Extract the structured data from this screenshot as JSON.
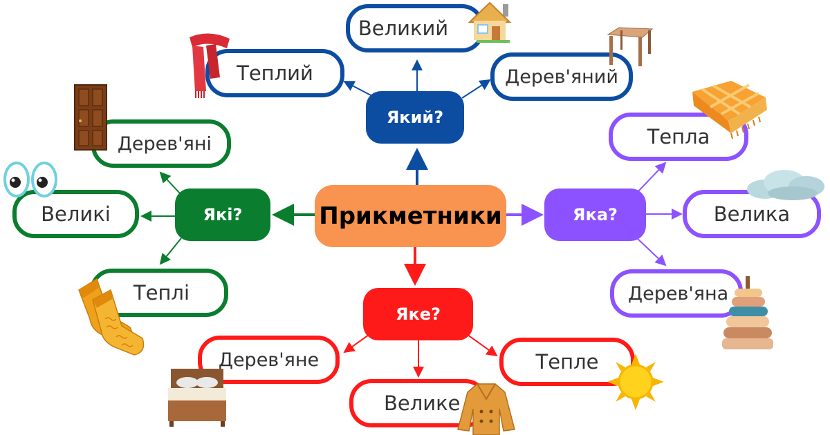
{
  "colors": {
    "center": "#F99350",
    "blue": "#0C4DA2",
    "purple": "#8C52FF",
    "red": "#FF1A1A",
    "green": "#0A7D2E"
  },
  "center": {
    "label": "Прикметники"
  },
  "questions": {
    "masculine": {
      "label": "Який?"
    },
    "feminine": {
      "label": "Яка?"
    },
    "neuter": {
      "label": "Яке?"
    },
    "plural": {
      "label": "Які?"
    }
  },
  "words": {
    "masculine": [
      "Великий",
      "Теплий",
      "Дерев'яний"
    ],
    "feminine": [
      "Тепла",
      "Велика",
      "Дерев'яна"
    ],
    "neuter": [
      "Дерев'яне",
      "Велике",
      "Тепле"
    ],
    "plural": [
      "Дерев'яні",
      "Великі",
      "Теплі"
    ]
  },
  "icons": {
    "masculine": [
      "house-icon",
      "scarf-icon",
      "table-icon"
    ],
    "feminine": [
      "blanket-icon",
      "cloud-icon",
      "toy-pyramid-icon"
    ],
    "neuter": [
      "bed-icon",
      "coat-icon",
      "sun-icon"
    ],
    "plural": [
      "door-icon",
      "eyes-icon",
      "socks-icon"
    ]
  }
}
